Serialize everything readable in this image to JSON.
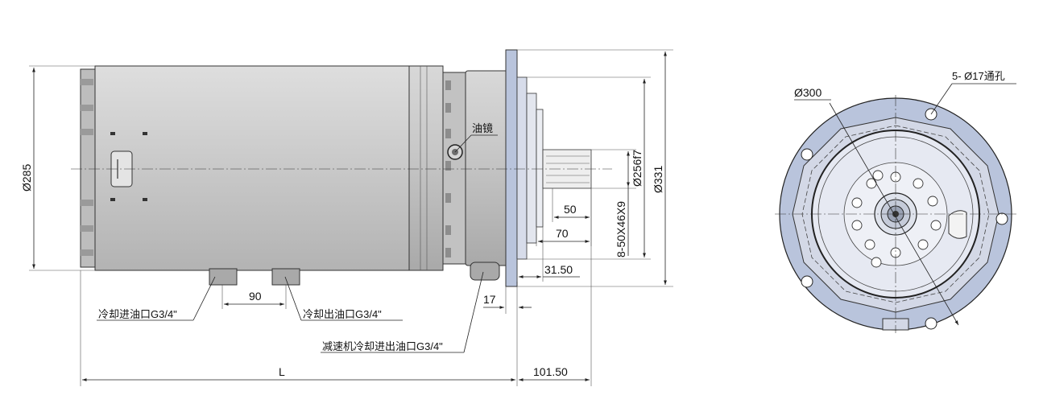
{
  "dimensions": {
    "d285": "Ø285",
    "d256": "Ø256f7",
    "d331": "Ø331",
    "spline": "8-50X46X9",
    "len50": "50",
    "len70": "70",
    "len3150": "31.50",
    "len17": "17",
    "len90": "90",
    "lenL": "L",
    "len10150": "101.50",
    "d300": "Ø300",
    "holes": "5- Ø17通孔"
  },
  "labels": {
    "oil_sight": "油镜",
    "cooling_in": "冷却进油口G3/4\"",
    "cooling_out": "冷却出油口G3/4\"",
    "reducer_port": "减速机冷却进出油口G3/4\""
  },
  "colors": {
    "motor_body": "#c9c9c9",
    "flange": "#b9c4dc",
    "end_face": "#e6e9f2",
    "line": "#222222"
  }
}
